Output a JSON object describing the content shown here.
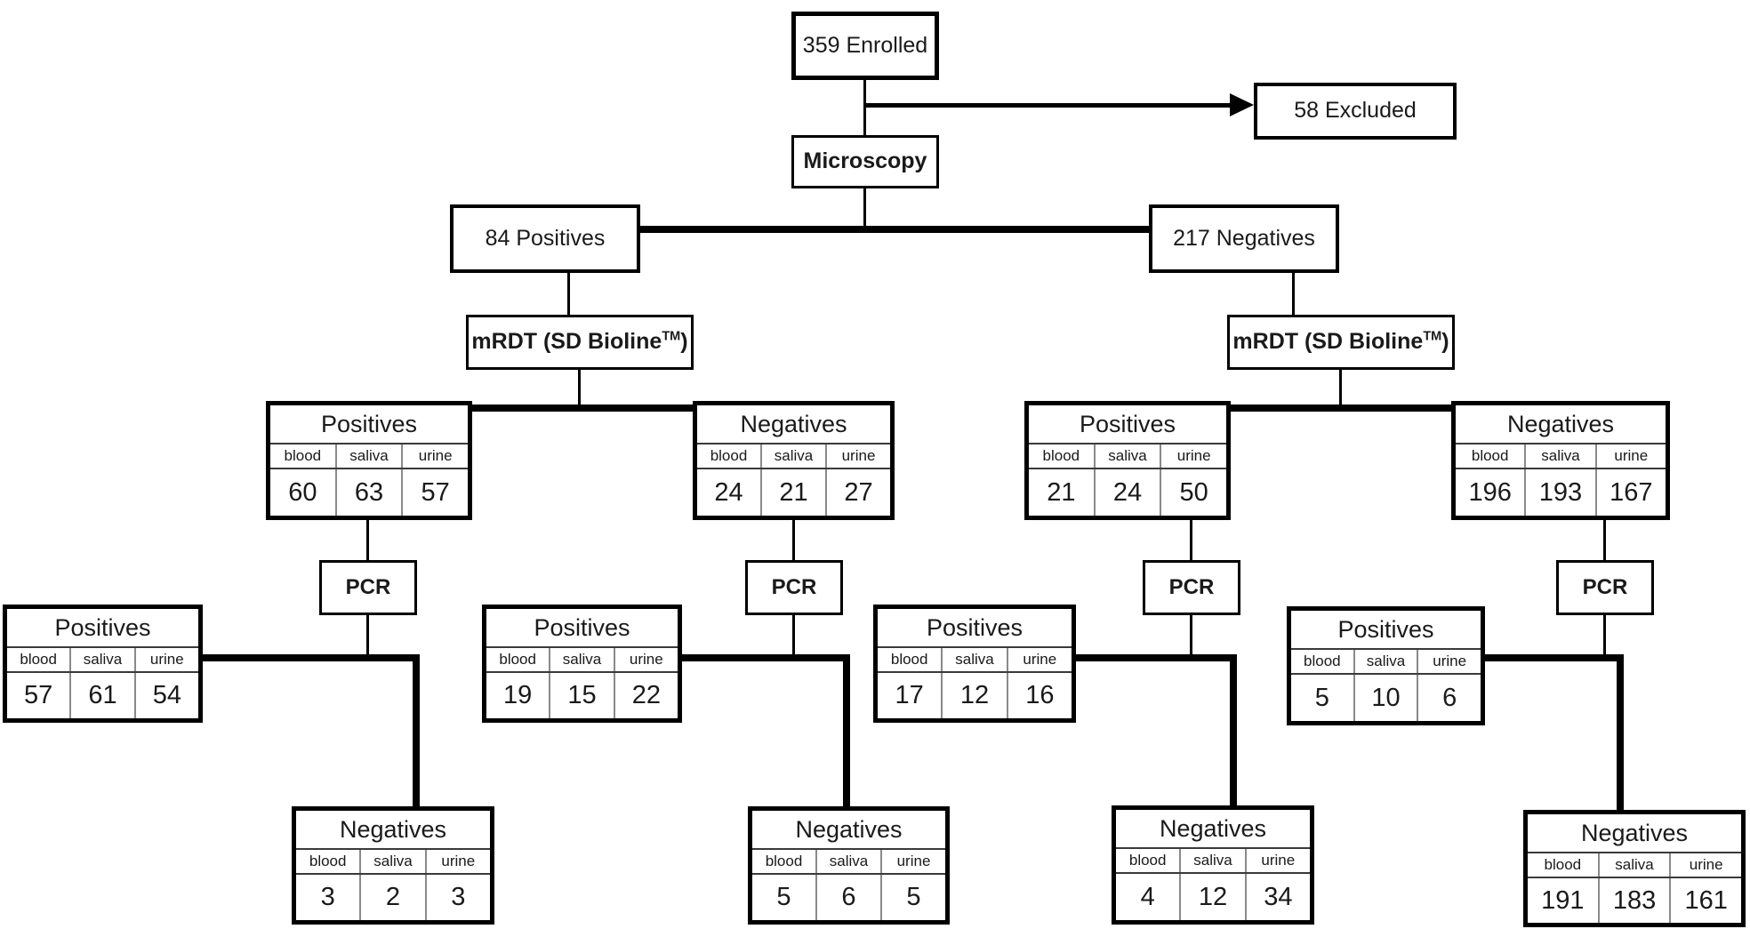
{
  "colors": {
    "ink": "#000000",
    "background": "#ffffff"
  },
  "flow": {
    "enrolled": "359 Enrolled",
    "excluded": "58 Excluded",
    "microscopy": "Microscopy",
    "micro_positives": "84 Positives",
    "micro_negatives": "217 Negatives",
    "mrdt_prefix": "mRDT (SD Bioline",
    "mrdt_sup": "TM",
    "mrdt_suffix": ")",
    "pcr": "PCR",
    "tables": {
      "mrdt_left_pos": {
        "title": "Positives",
        "headers": [
          "blood",
          "saliva",
          "urine"
        ],
        "values": [
          "60",
          "63",
          "57"
        ]
      },
      "mrdt_left_neg": {
        "title": "Negatives",
        "headers": [
          "blood",
          "saliva",
          "urine"
        ],
        "values": [
          "24",
          "21",
          "27"
        ]
      },
      "mrdt_right_pos": {
        "title": "Positives",
        "headers": [
          "blood",
          "saliva",
          "urine"
        ],
        "values": [
          "21",
          "24",
          "50"
        ]
      },
      "mrdt_right_neg": {
        "title": "Negatives",
        "headers": [
          "blood",
          "saliva",
          "urine"
        ],
        "values": [
          "196",
          "193",
          "167"
        ]
      },
      "pcr1_pos": {
        "title": "Positives",
        "headers": [
          "blood",
          "saliva",
          "urine"
        ],
        "values": [
          "57",
          "61",
          "54"
        ]
      },
      "pcr1_neg": {
        "title": "Negatives",
        "headers": [
          "blood",
          "saliva",
          "urine"
        ],
        "values": [
          "3",
          "2",
          "3"
        ]
      },
      "pcr2_pos": {
        "title": "Positives",
        "headers": [
          "blood",
          "saliva",
          "urine"
        ],
        "values": [
          "19",
          "15",
          "22"
        ]
      },
      "pcr2_neg": {
        "title": "Negatives",
        "headers": [
          "blood",
          "saliva",
          "urine"
        ],
        "values": [
          "5",
          "6",
          "5"
        ]
      },
      "pcr3_pos": {
        "title": "Positives",
        "headers": [
          "blood",
          "saliva",
          "urine"
        ],
        "values": [
          "17",
          "12",
          "16"
        ]
      },
      "pcr3_neg": {
        "title": "Negatives",
        "headers": [
          "blood",
          "saliva",
          "urine"
        ],
        "values": [
          "4",
          "12",
          "34"
        ]
      },
      "pcr4_pos": {
        "title": "Positives",
        "headers": [
          "blood",
          "saliva",
          "urine"
        ],
        "values": [
          "5",
          "10",
          "6"
        ]
      },
      "pcr4_neg": {
        "title": "Negatives",
        "headers": [
          "blood",
          "saliva",
          "urine"
        ],
        "values": [
          "191",
          "183",
          "161"
        ]
      }
    }
  }
}
